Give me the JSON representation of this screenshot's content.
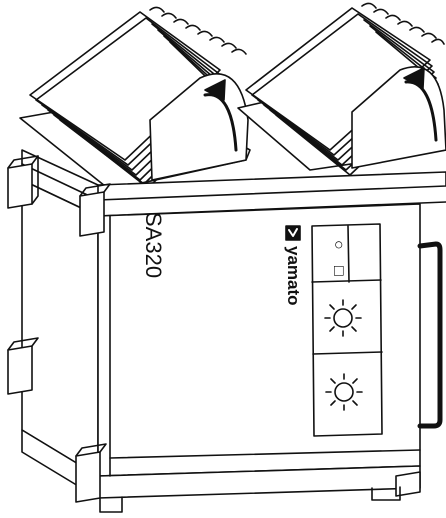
{
  "device": {
    "model_label": "SA320",
    "brand_label": "yamato",
    "brand_mark": "check-mark-logo"
  },
  "control_panel": {
    "power_symbol_on": "○",
    "power_symbol_off": "□",
    "dial_icon": "sun-dial-icon"
  },
  "colors": {
    "line": "#111111",
    "background": "#ffffff"
  }
}
